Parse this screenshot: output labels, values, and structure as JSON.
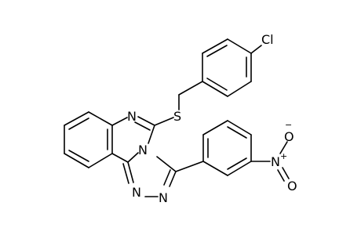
{
  "molecule": {
    "atom_labels": {
      "chlorine": "Cl",
      "sulfur": "S",
      "quinazoline_n": "N",
      "bridgehead_n": "N",
      "triazole_n1": "N",
      "triazole_n2": "N",
      "nitro_n": "N",
      "nitro_o_top": "O",
      "nitro_o_bottom": "O"
    },
    "charges": {
      "nitro_n": "+",
      "nitro_o_top": "−"
    }
  }
}
